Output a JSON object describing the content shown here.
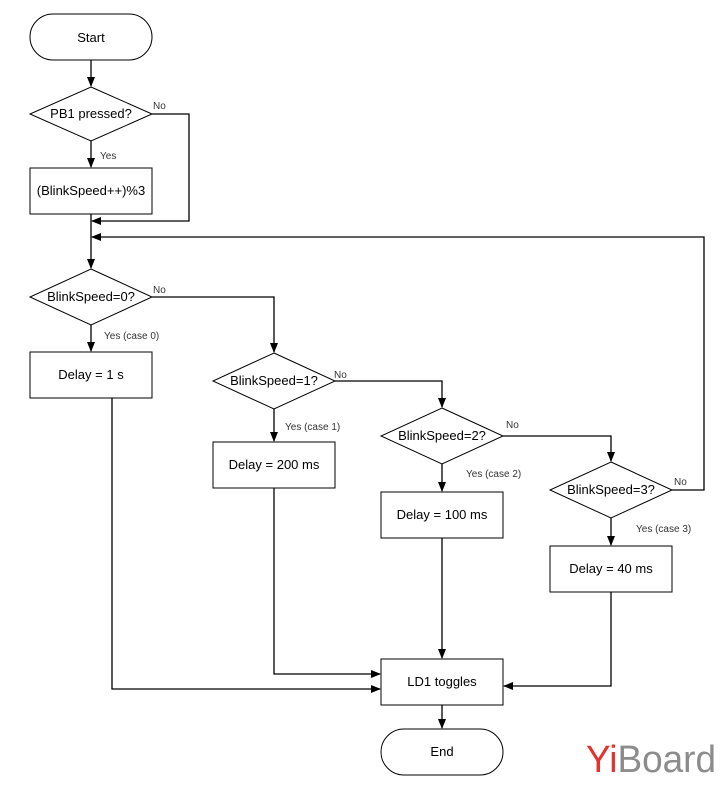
{
  "nodes": {
    "start": "Start",
    "pb1_pressed": "PB1 pressed?",
    "blink_increment": "(BlinkSpeed++)%3",
    "bs0": "BlinkSpeed=0?",
    "bs1": "BlinkSpeed=1?",
    "bs2": "BlinkSpeed=2?",
    "bs3": "BlinkSpeed=3?",
    "delay1s": "Delay = 1 s",
    "delay200": "Delay = 200 ms",
    "delay100": "Delay = 100 ms",
    "delay40": "Delay = 40 ms",
    "ld1": "LD1 toggles",
    "end": "End"
  },
  "edge_labels": {
    "pb1_no": "No",
    "pb1_yes": "Yes",
    "bs0_no": "No",
    "bs0_yes": "Yes (case 0)",
    "bs1_no": "No",
    "bs1_yes": "Yes (case 1)",
    "bs2_no": "No",
    "bs2_yes": "Yes (case 2)",
    "bs3_no": "No",
    "bs3_yes": "Yes (case 3)"
  },
  "watermark": {
    "text": "YiBoard",
    "colors": {
      "yi": "#e5322d",
      "board": "#8c8c8c"
    }
  },
  "colors": {
    "stroke": "#000000",
    "fill": "#ffffff"
  }
}
